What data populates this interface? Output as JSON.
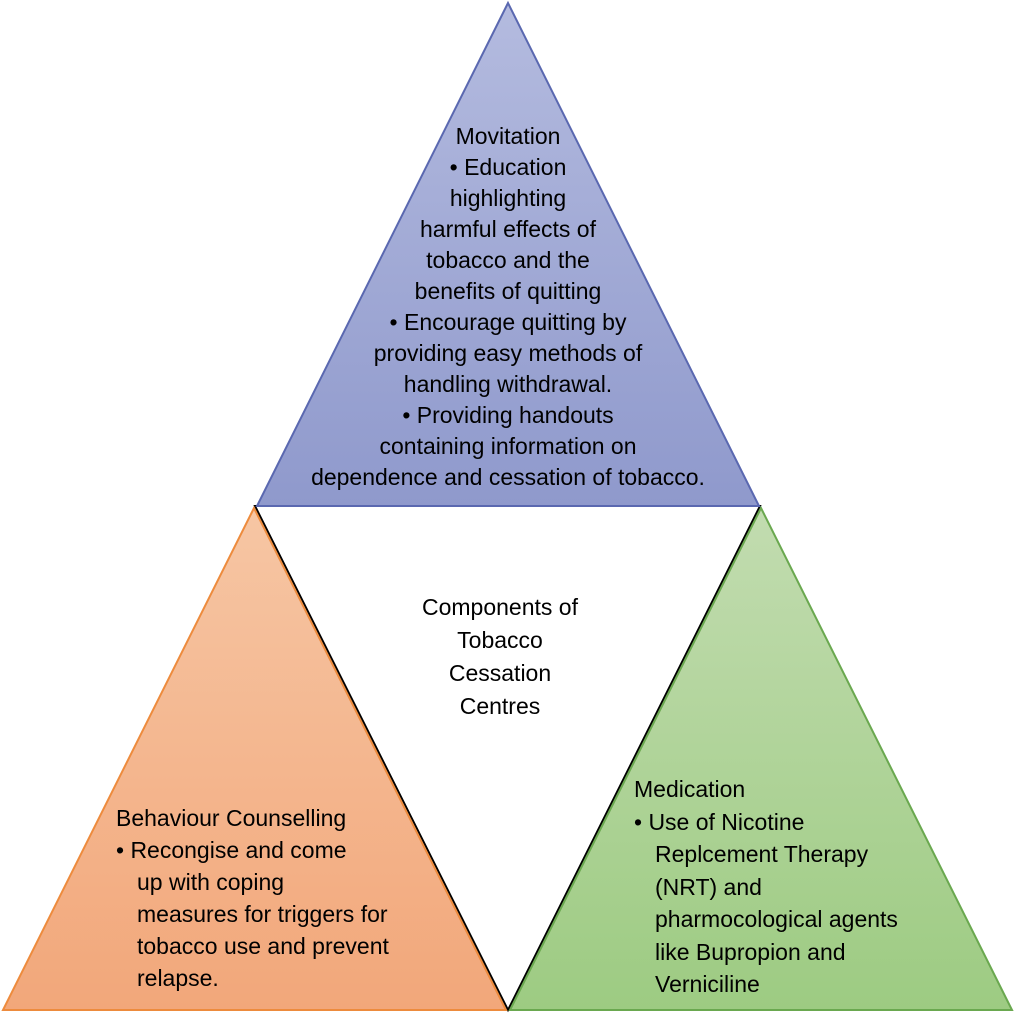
{
  "colors": {
    "motivation_fill_top": "#b4bbdf",
    "motivation_fill_bottom": "#8f99cc",
    "motivation_stroke": "#5a68b0",
    "counselling_fill_top": "#f6c6a4",
    "counselling_fill_bottom": "#f2a77a",
    "counselling_stroke": "#ed8b3d",
    "medication_fill_top": "#c2dcb0",
    "medication_fill_bottom": "#9dcb82",
    "medication_stroke": "#6aa84f",
    "center_stroke": "#000000",
    "text": "#000000"
  },
  "motivation": {
    "lines": [
      "Movitation",
      "• Education",
      "highlighting",
      "harmful effects of",
      "tobacco and the",
      "benefits of quitting",
      "• Encourage quitting by",
      "providing easy methods of",
      "handling withdrawal.",
      "• Providing handouts",
      "containing information on",
      "dependence and cessation of tobacco."
    ]
  },
  "center": {
    "lines": [
      "Components of",
      "Tobacco",
      "Cessation",
      "Centres"
    ]
  },
  "counselling": {
    "lines": [
      "Behaviour Counselling",
      "• Recongise and come",
      "up with coping",
      "measures for triggers for",
      "tobacco use and prevent",
      "relapse."
    ]
  },
  "medication": {
    "lines": [
      "Medication",
      "• Use of Nicotine",
      "Replcement Therapy",
      "(NRT) and",
      "pharmocological agents",
      "like Bupropion and",
      "Verniciline"
    ]
  }
}
